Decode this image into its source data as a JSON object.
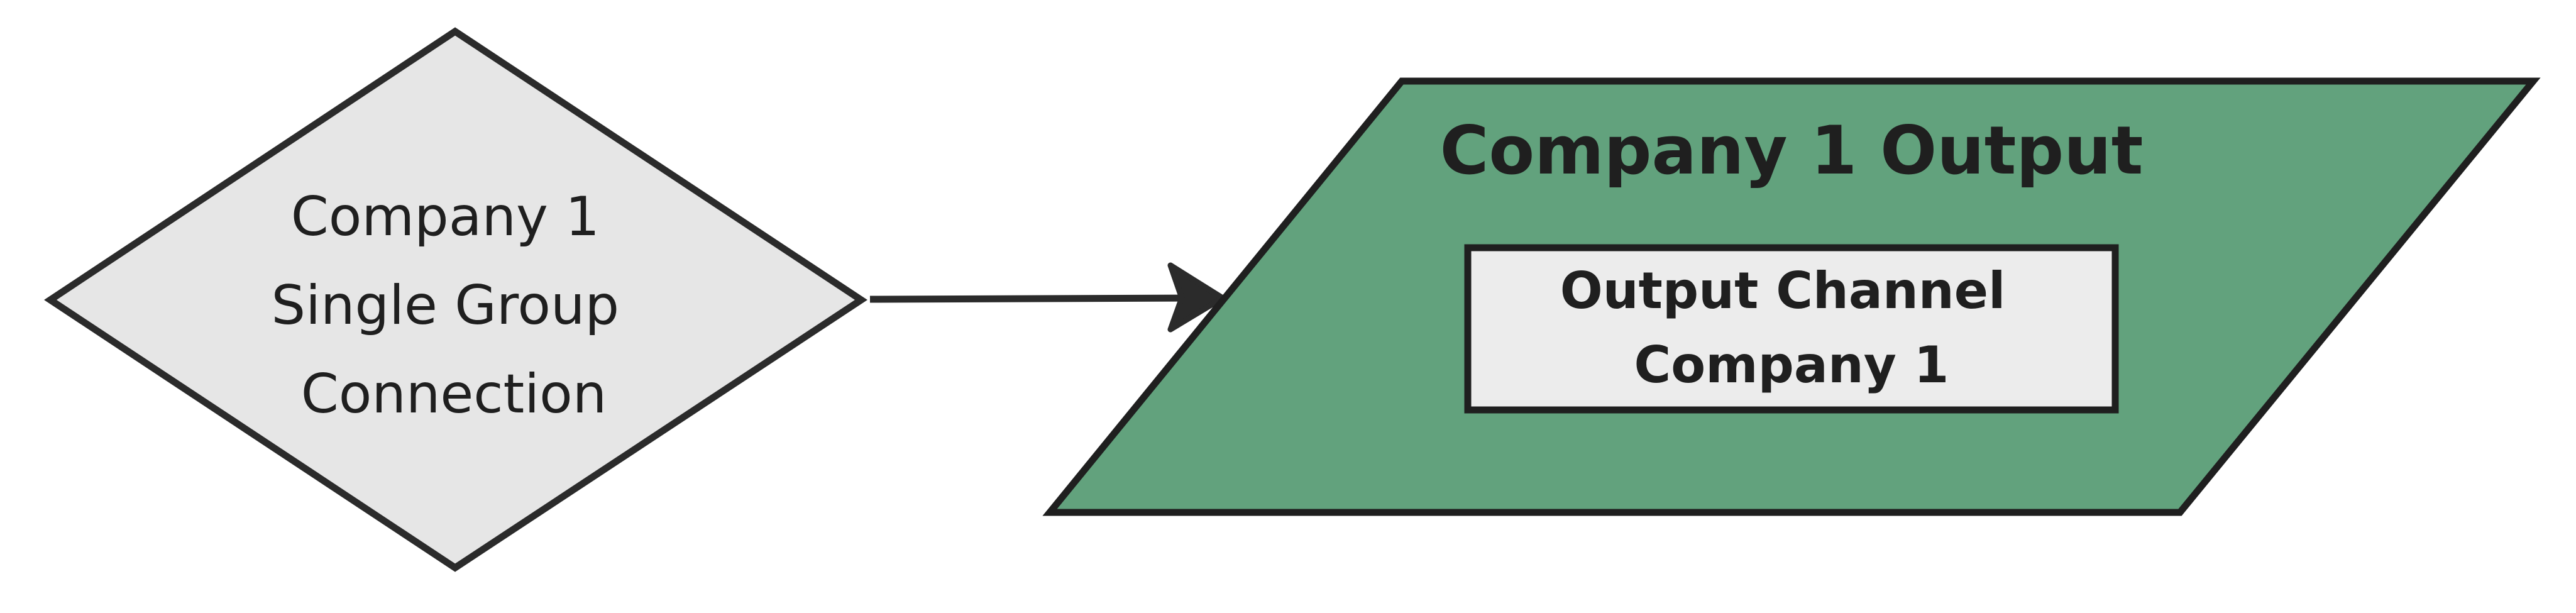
{
  "diagram": {
    "decision_node": {
      "lines": [
        "Company 1",
        "Single Group",
        "Connection"
      ]
    },
    "output_group": {
      "title": "Company 1 Output",
      "inner_node": {
        "lines": [
          "Output Channel",
          "Company 1"
        ]
      }
    },
    "edges": [
      {
        "from": "decision_node",
        "to": "output_group"
      }
    ],
    "colors": {
      "decision_fill": "#e6e6e6",
      "group_fill": "#62a27d",
      "inner_fill": "#ececec",
      "stroke": "#2b2b2b"
    }
  }
}
